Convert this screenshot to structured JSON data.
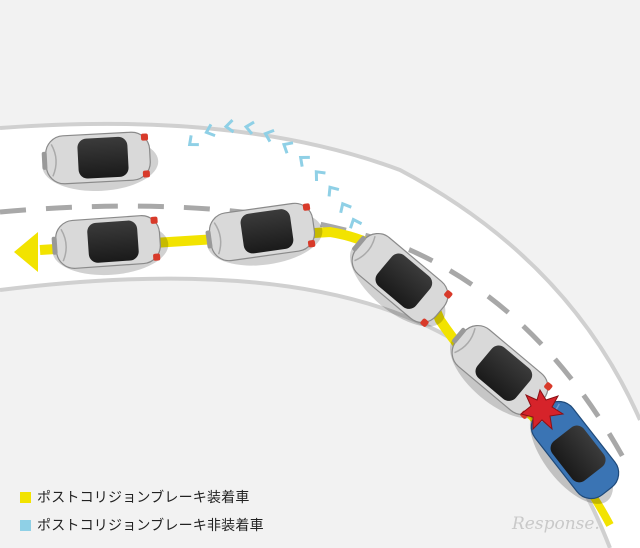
{
  "colors": {
    "background": "#f2f2f2",
    "road": "#ffffff",
    "equipped_path": "#f2e300",
    "non_equipped_path": "#8fd0e6",
    "car_silver": "#d9d9d9",
    "car_blue": "#3a74b4",
    "impact": "#d6232a"
  },
  "legend": [
    {
      "label": "ポストコリジョンブレーキ装着車",
      "color": "#f2e300"
    },
    {
      "label": "ポストコリジョンブレーキ非装着車",
      "color": "#8fd0e6"
    }
  ],
  "icons": [
    "car-icon",
    "impact-burst-icon",
    "arrow-left-icon",
    "chevron-trail-icon"
  ],
  "watermark": "Response."
}
